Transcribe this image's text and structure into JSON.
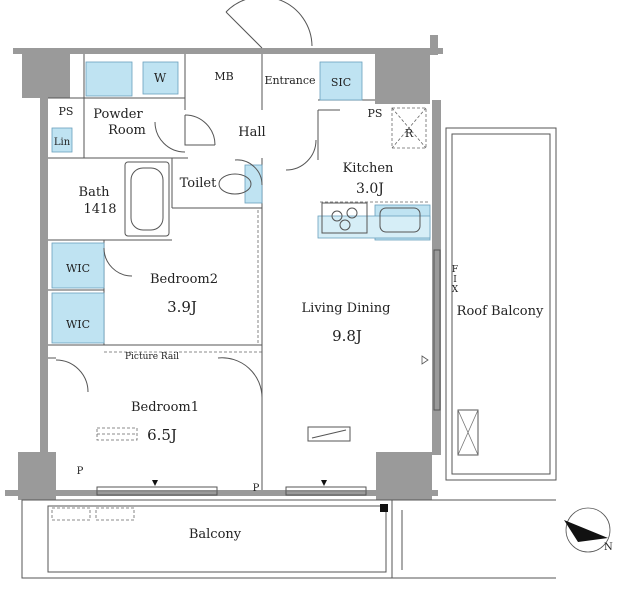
{
  "rooms": {
    "powder_room": [
      "Powder",
      "Room"
    ],
    "hall": "Hall",
    "entrance": "Entrance",
    "kitchen": "Kitchen",
    "kitchen_size": "3.0J",
    "bath": "Bath",
    "bath_size": "1418",
    "toilet": "Toilet",
    "bedroom2": "Bedroom2",
    "bedroom2_size": "3.9J",
    "living_dining": "Living Dining",
    "living_dining_size": "9.8J",
    "bedroom1": "Bedroom1",
    "bedroom1_size": "6.5J",
    "balcony": "Balcony",
    "roof_balcony": "Roof Balcony"
  },
  "fixtures": {
    "mb": "MB",
    "sic": "SIC",
    "ps_left": "PS",
    "ps_right": "PS",
    "lin": "Lin",
    "washer": "W",
    "refrigerator": "R",
    "wic_upper": "WIC",
    "wic_lower": "WIC",
    "picture_rail": "Picture Rail",
    "pipe_left": "P",
    "pipe_center": "P",
    "fix": [
      "F",
      "I",
      "X"
    ]
  },
  "compass": {
    "north_label": "N"
  },
  "colors": {
    "wall": "#9a9a9a",
    "storage": "#bfe3f2",
    "line": "#555555"
  }
}
